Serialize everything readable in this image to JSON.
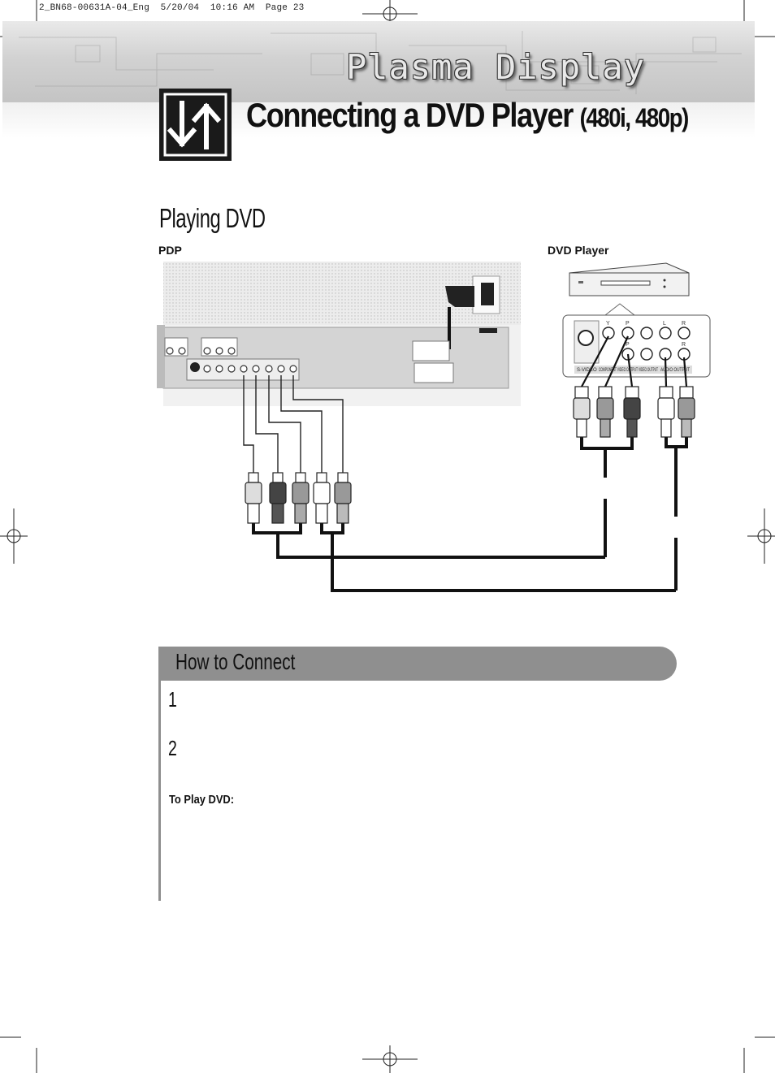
{
  "print_slug": "2_BN68-00631A-04_Eng  5/20/04  10:16 AM  Page 23",
  "header": {
    "section_title": "Plasma Display",
    "page_title": "Connecting a DVD Player",
    "page_title_suffix": "(480i, 480p)"
  },
  "diagram": {
    "heading": "Playing DVD",
    "left_label": "PDP",
    "right_label": "DVD Player",
    "dvd_jacks": {
      "labels": [
        "Y",
        "P",
        "P",
        "L",
        "R",
        "R"
      ],
      "section_labels": [
        "S-VIDEO",
        "COMPONENT VIDEO OUTPUT",
        "VIDEO OUTPUT",
        "AUDIO OUTPUT"
      ]
    }
  },
  "how_to": {
    "title": "How to Connect",
    "steps": [
      "1",
      "2"
    ],
    "play_label": "To Play DVD:"
  }
}
